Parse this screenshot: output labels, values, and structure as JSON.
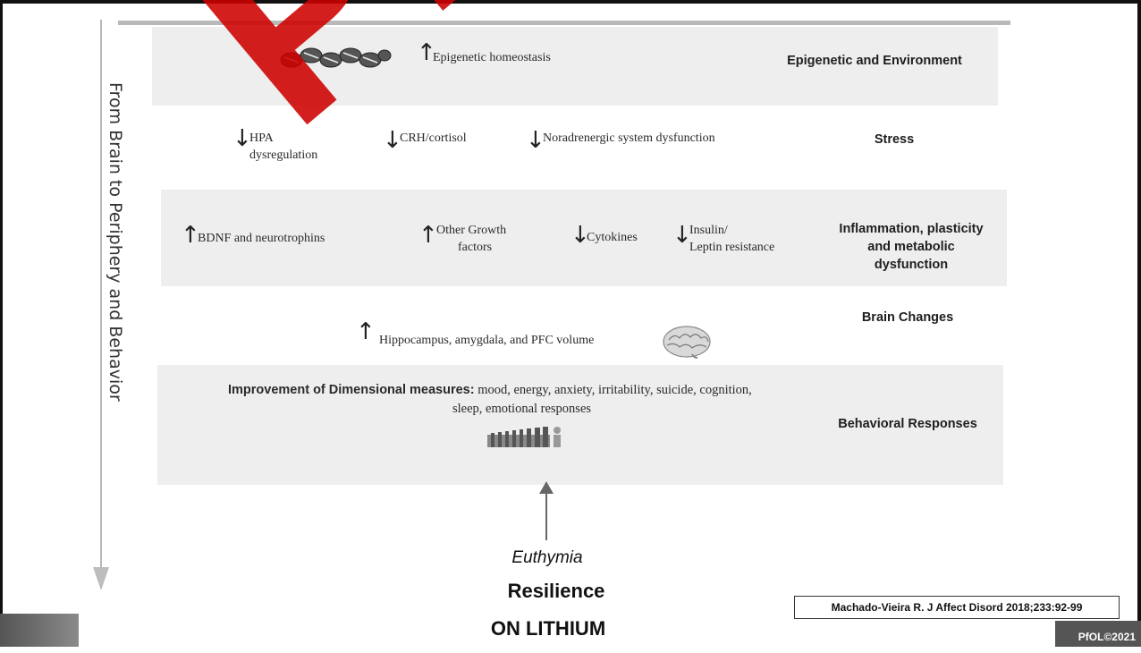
{
  "side_title": "From Brain to Periphery and Behavior",
  "rows": {
    "epigenetic": {
      "category": "Epigenetic and Environment",
      "items": [
        {
          "dir": "up",
          "text": "Epigenetic  homeostasis"
        }
      ]
    },
    "stress": {
      "category": "Stress",
      "items": [
        {
          "dir": "down",
          "line1": "HPA",
          "line2": "dysregulation"
        },
        {
          "dir": "down",
          "text": "CRH/cortisol"
        },
        {
          "dir": "down",
          "text": "Noradrenergic system dysfunction"
        }
      ]
    },
    "inflammation": {
      "category_line1": "Inflammation, plasticity",
      "category_line2": "and metabolic",
      "category_line3": "dysfunction",
      "items": [
        {
          "dir": "up",
          "text": "BDNF and neurotrophins"
        },
        {
          "dir": "up",
          "line1": "Other Growth",
          "line2": "factors"
        },
        {
          "dir": "down",
          "text": "Cytokines"
        },
        {
          "dir": "down",
          "line1": "Insulin/",
          "line2": "Leptin resistance"
        }
      ]
    },
    "brain": {
      "category": "Brain Changes",
      "items": [
        {
          "dir": "up",
          "text": "Hippocampus, amygdala, and PFC volume"
        }
      ]
    },
    "behavioral": {
      "category": "Behavioral Responses",
      "lead": "Improvement of Dimensional measures:",
      "text_line1": " mood, energy, anxiety, irritability, suicide, cognition,",
      "text_line2": "sleep, emotional responses"
    }
  },
  "arrows": {
    "up": "↑",
    "down": "↓"
  },
  "bottom": {
    "euthymia": "Euthymia",
    "resilience": "Resilience",
    "lithium": "ON LITHIUM"
  },
  "citation": "Machado-Vieira R. J Affect Disord 2018;233:92-99",
  "badge": "PfOL©2021",
  "watermark": "PfO",
  "colors": {
    "watermark": "#ce0000",
    "band": "#eeeeee"
  }
}
